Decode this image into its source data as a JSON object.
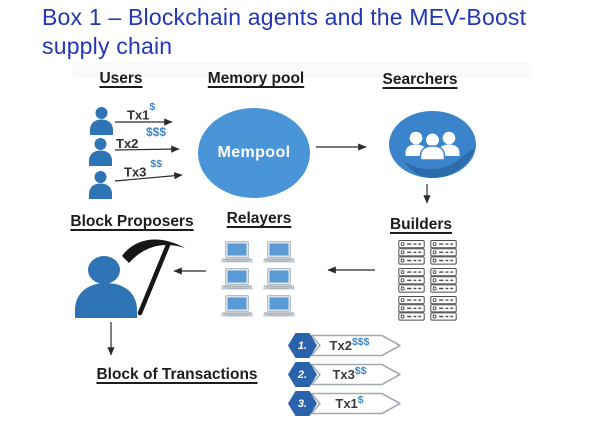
{
  "title": "Box 1 – Blockchain agents and the MEV-Boost supply chain",
  "colors": {
    "title_blue": "#2236b8",
    "person_icon_blue": "#2e74b5",
    "mempool_blue": "#4a94d8",
    "searchers_blue": "#3b84cb",
    "laptop_screen_blue": "#5b9bd5",
    "rank_hexagon_blue": "#2a63ac",
    "dollar_blue": "#3e86c9",
    "diagram_text": "#1d1d1d"
  },
  "figure": {
    "nodes": {
      "users": {
        "label": "Users"
      },
      "memory_pool": {
        "label": "Memory pool",
        "circle_label": "Mempool"
      },
      "searchers": {
        "label": "Searchers"
      },
      "block_proposers": {
        "label": "Block Proposers"
      },
      "relayers": {
        "label": "Relayers"
      },
      "builders": {
        "label": "Builders"
      },
      "block_of_transactions": {
        "label": "Block of Transactions"
      }
    },
    "user_transactions": [
      {
        "label": "Tx1",
        "fee": "$"
      },
      {
        "label": "Tx2",
        "fee": "$$$"
      },
      {
        "label": "Tx3",
        "fee": "$$"
      }
    ],
    "block_order": [
      {
        "rank": "1.",
        "label": "Tx2",
        "fee": "$$$"
      },
      {
        "rank": "2.",
        "label": "Tx3",
        "fee": "$$"
      },
      {
        "rank": "3.",
        "label": "Tx1",
        "fee": "$"
      }
    ]
  }
}
